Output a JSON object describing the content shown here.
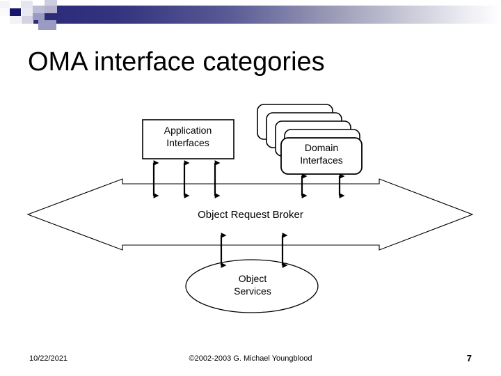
{
  "slide": {
    "title": "OMA interface categories",
    "page_number": "7"
  },
  "diagram": {
    "type": "block-diagram",
    "application_box": {
      "label_line1": "Application",
      "label_line2": "Interfaces",
      "shape": "rectangle",
      "connector_count": 3,
      "connector_style": "double-headed-arrow"
    },
    "domain_stack": {
      "label_line1": "Domain",
      "label_line2": "Interfaces",
      "shape": "rounded-rectangle-stack",
      "layers": 5,
      "connector_count": 2,
      "connector_style": "double-headed-arrow"
    },
    "broker_banner": {
      "label": "Object Request Broker",
      "shape": "left-right-double-arrow"
    },
    "services_ellipse": {
      "label_line1": "Object",
      "label_line2": "Services",
      "shape": "ellipse",
      "connector_count": 2,
      "connector_style": "double-headed-arrow"
    }
  },
  "footer": {
    "date": "10/22/2021",
    "copyright": "©2002-2003 G. Michael Youngblood"
  },
  "colors": {
    "band_dark": "#2a2a7a",
    "band_accent": "#16166b",
    "stroke": "#000000",
    "background": "#ffffff"
  }
}
